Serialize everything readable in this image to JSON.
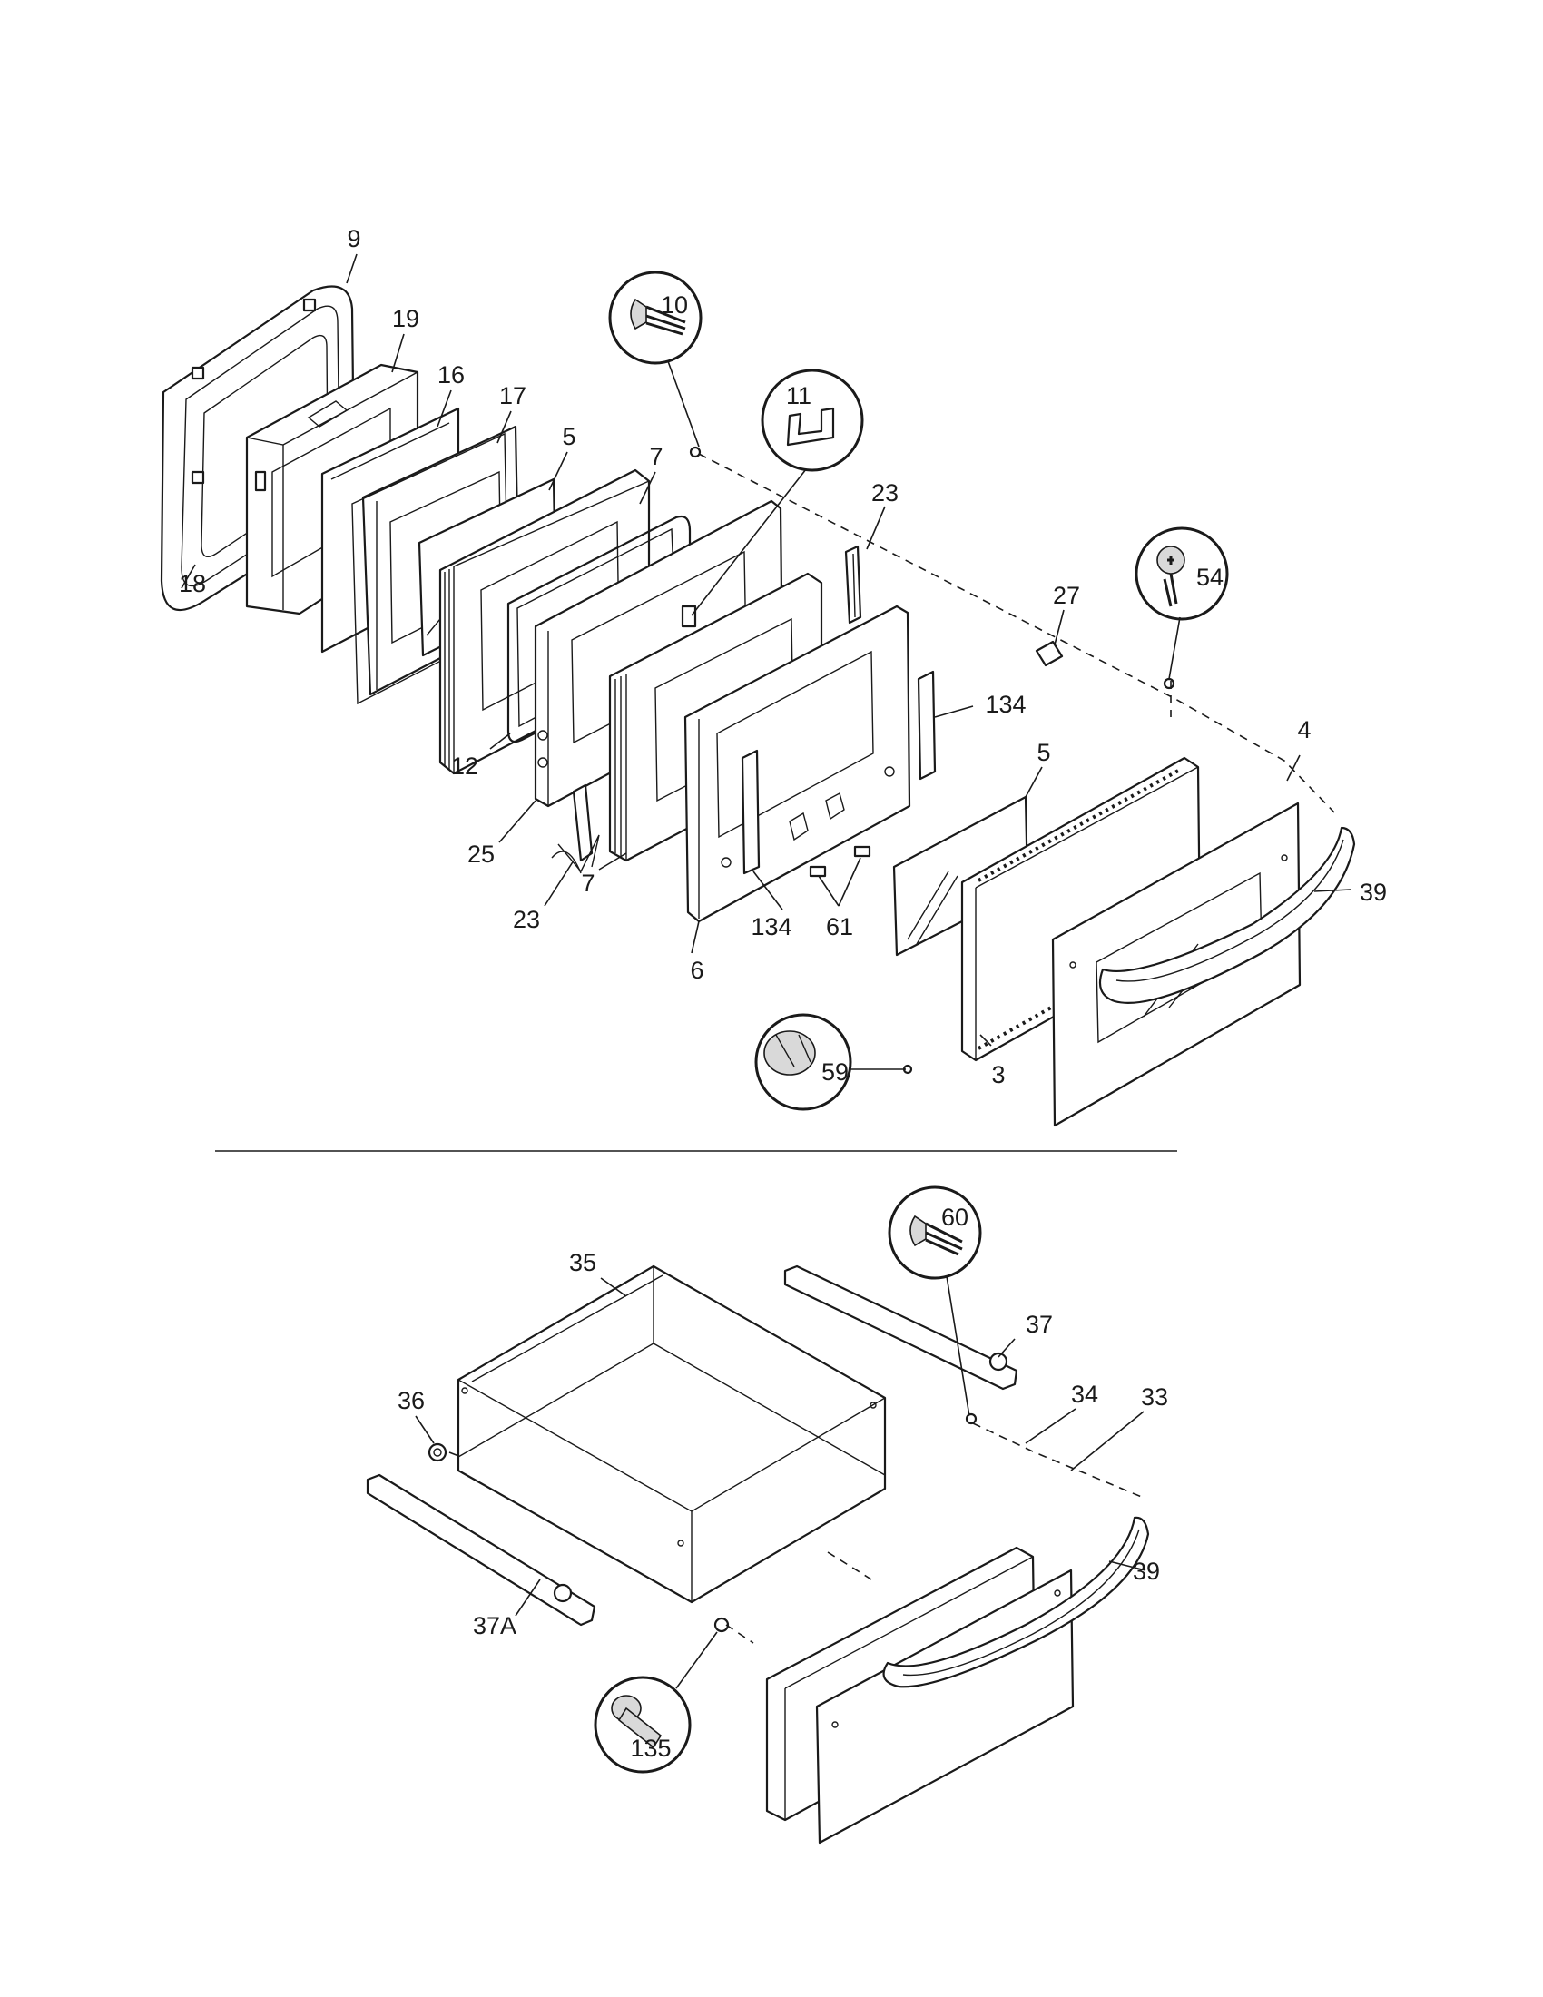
{
  "labels": {
    "p9": "9",
    "p19": "19",
    "p16": "16",
    "p17": "17",
    "p5a": "5",
    "p7a": "7",
    "p18": "18",
    "p12": "12",
    "p25": "25",
    "p23a": "23",
    "p7b": "7",
    "p10": "10",
    "p11": "11",
    "p23b": "23",
    "p27": "27",
    "p54": "54",
    "p134a": "134",
    "p5b": "5",
    "p4": "4",
    "p39a": "39",
    "p134b": "134",
    "p61": "61",
    "p6": "6",
    "p59": "59",
    "p3": "3",
    "p60": "60",
    "p35": "35",
    "p37": "37",
    "p36": "36",
    "p34": "34",
    "p33": "33",
    "p39b": "39",
    "p37a": "37A",
    "p135": "135"
  }
}
